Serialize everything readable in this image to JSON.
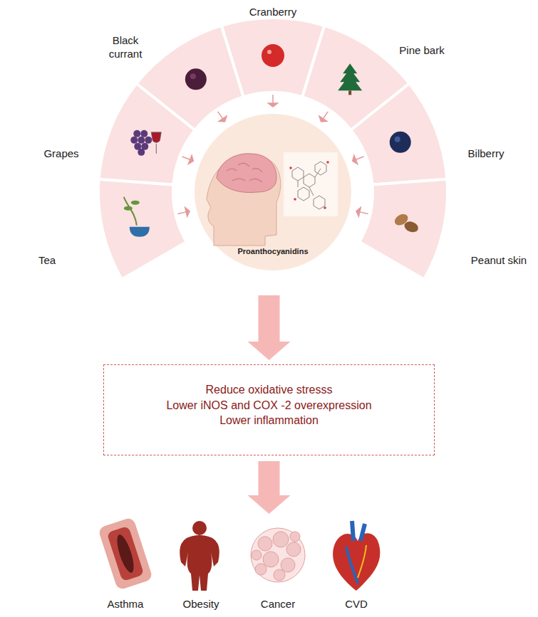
{
  "diagram": {
    "nodes": [
      {
        "text": [
          "Proanthocyanidins"
        ]
      },
      {
        "text": [
          "Reduce oxidative stresss",
          "Lower iNOS and COX -2 overexpression",
          "Lower inflammation"
        ]
      }
    ],
    "edges": [
      {
        "from": 0,
        "to": 1,
        "arrow": "to"
      }
    ],
    "labels": [
      "Cranberry",
      "Black currant",
      "Pine bark",
      "Grapes",
      "Bilberry",
      "Tea",
      "Peanut skin",
      "Asthma",
      "Obesity",
      "Cancer",
      "CVD"
    ]
  }
}
